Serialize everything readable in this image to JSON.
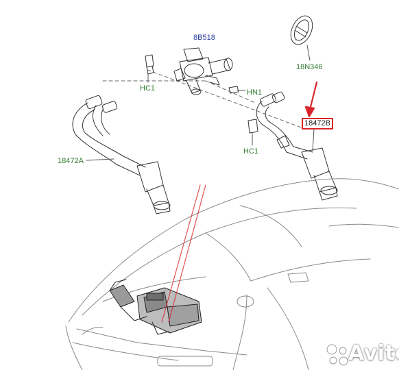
{
  "labels": {
    "pump": "8B518",
    "grommet": "18N346",
    "clip_top": "HC1",
    "clip_mid": "HN1",
    "clip_lower": "HC1",
    "hose_left": "18472A",
    "hose_right": "18472B"
  },
  "watermark": "Avito",
  "colors": {
    "label_green": "#2f7a2f",
    "label_blue": "#2b3fa0",
    "highlight": "#d8262a",
    "line_art": "#333333"
  }
}
